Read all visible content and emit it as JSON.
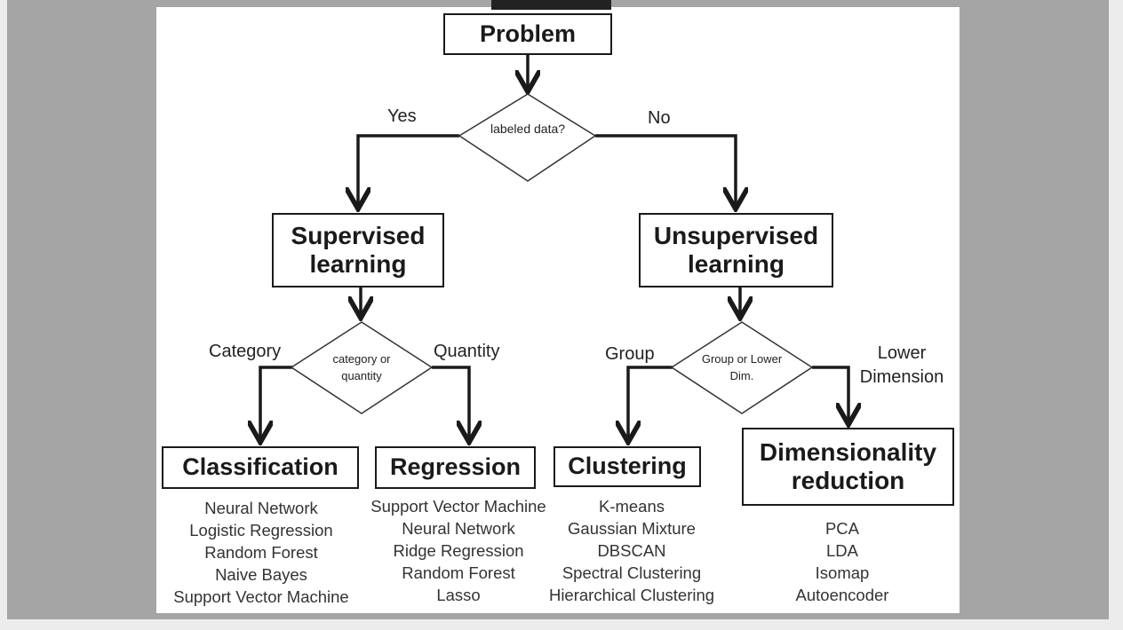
{
  "nodes": {
    "problem": "Problem",
    "labeled_decision": "labeled data?",
    "supervised": "Supervised learning",
    "unsupervised": "Unsupervised learning",
    "cat_qty_decision": "category or quantity",
    "group_dim_decision": "Group or Lower Dim.",
    "classification": "Classification",
    "regression": "Regression",
    "clustering": "Clustering",
    "dimred": "Dimensionality reduction"
  },
  "edge_labels": {
    "yes": "Yes",
    "no": "No",
    "category": "Category",
    "quantity": "Quantity",
    "group": "Group",
    "lower_dimension": "Lower Dimension"
  },
  "lists": {
    "classification": [
      "Neural Network",
      "Logistic Regression",
      "Random Forest",
      "Naive Bayes",
      "Support Vector Machine"
    ],
    "regression": [
      "Support Vector Machine",
      "Neural Network",
      "Ridge Regression",
      "Random Forest",
      "Lasso"
    ],
    "clustering": [
      "K-means",
      "Gaussian Mixture",
      "DBSCAN",
      "Spectral Clustering",
      "Hierarchical Clustering"
    ],
    "dimred": [
      "PCA",
      "LDA",
      "Isomap",
      "Autoencoder"
    ]
  }
}
